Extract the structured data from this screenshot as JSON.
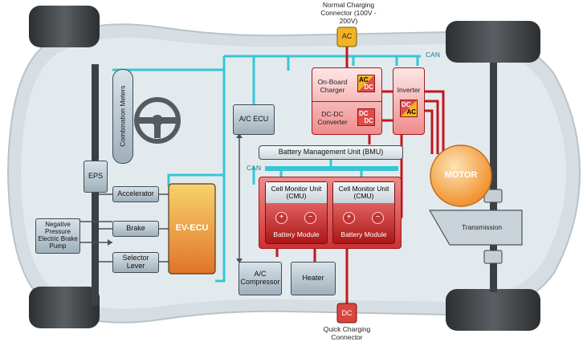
{
  "labels": {
    "normal_charging": "Normal Charging Connector (100V - 200V)",
    "ac_top": "AC",
    "can_top": "CAN",
    "can_mid": "CAN",
    "onboard_charger": "On-Board Charger",
    "dcdc_converter": "DC-DC Converter",
    "inverter": "Inverter",
    "ac_ecu": "A/C ECU",
    "combination_meters": "Combination Meters",
    "bmu": "Battery Management Unit (BMU)",
    "cmu1_title": "Cell Monitor Unit (CMU)",
    "cmu2_title": "Cell Monitor Unit (CMU)",
    "battery_module_1": "Battery Module",
    "battery_module_2": "Battery Module",
    "plus": "+",
    "minus": "−",
    "motor": "MOTOR",
    "transmission": "Transmission",
    "eps": "EPS",
    "accelerator": "Accelerator",
    "brake": "Brake",
    "selector_lever": "Selector Lever",
    "ev_ecu": "EV-ECU",
    "brake_pump": "Negative Pressure Electric Brake Pump",
    "ac_compressor": "A/C Compressor",
    "heater": "Heater",
    "dc_bottom": "DC",
    "quick_charging": "Quick Charging Connector",
    "mini": {
      "ac": "AC",
      "dc": "DC"
    }
  },
  "colors": {
    "can_line": "#35c7d6",
    "power_line": "#c4161c",
    "body": "#cfd8de",
    "tire": "#3a3d40",
    "orange": "#f5b324",
    "motor": "#f39a3b"
  }
}
